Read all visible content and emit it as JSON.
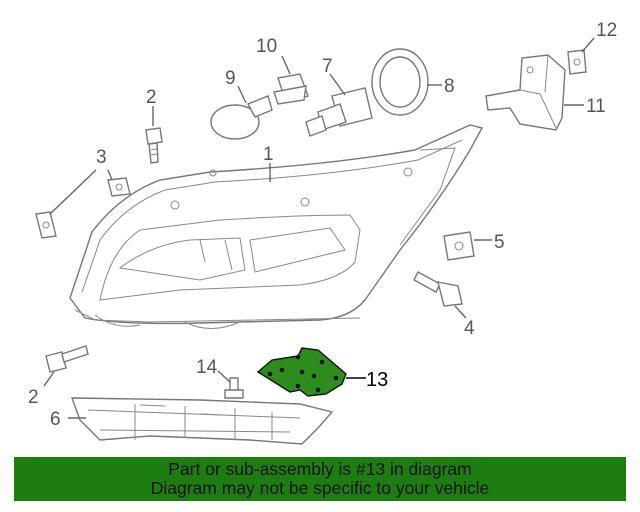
{
  "callouts": {
    "c1": "1",
    "c2a": "2",
    "c2b": "2",
    "c3": "3",
    "c4": "4",
    "c5": "5",
    "c6": "6",
    "c7": "7",
    "c8": "8",
    "c9": "9",
    "c10": "10",
    "c11": "11",
    "c12": "12",
    "c13": "13",
    "c14": "14"
  },
  "highlight_color": "#2e8b1e",
  "banner": {
    "line1": "Part or sub-assembly is #13 in diagram",
    "line2": "Diagram may not be specific to your vehicle",
    "background": "#1e7d11"
  }
}
